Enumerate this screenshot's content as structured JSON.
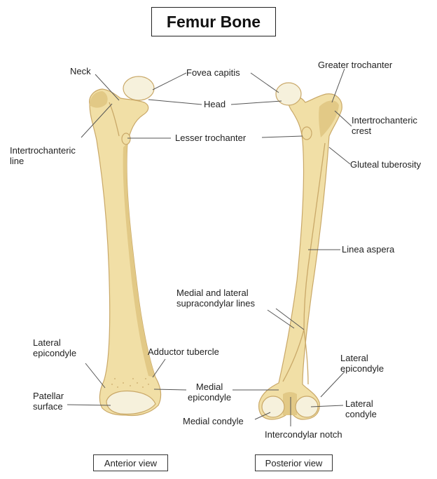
{
  "title": "Femur Bone",
  "colors": {
    "bone_fill": "#f1dfa6",
    "bone_edge": "#c9a868",
    "bone_shade": "#e2c986",
    "cartilage": "#f6f1dc",
    "leader": "#555555"
  },
  "labels": {
    "neck": "Neck",
    "fovea_capitis": "Fovea capitis",
    "head": "Head",
    "intertrochanteric_line_1": "Intertrochanteric",
    "intertrochanteric_line_2": "line",
    "lesser_trochanter": "Lesser trochanter",
    "greater_trochanter": "Greater trochanter",
    "intertrochanteric_crest_1": "Intertrochanteric",
    "intertrochanteric_crest_2": "crest",
    "gluteal_tuberosity": "Gluteal tuberosity",
    "linea_aspera": "Linea aspera",
    "supracondylar_lines_1": "Medial and lateral",
    "supracondylar_lines_2": "supracondylar lines",
    "lateral_epicondyle_left_1": "Lateral",
    "lateral_epicondyle_left_2": "epicondyle",
    "adductor_tubercle": "Adductor tubercle",
    "patellar_surface_1": "Patellar",
    "patellar_surface_2": "surface",
    "medial_epicondyle_1": "Medial",
    "medial_epicondyle_2": "epicondyle",
    "medial_condyle": "Medial condyle",
    "lateral_epicondyle_right_1": "Lateral",
    "lateral_epicondyle_right_2": "epicondyle",
    "lateral_condyle_1": "Lateral",
    "lateral_condyle_2": "condyle",
    "intercondylar_notch": "Intercondylar notch"
  },
  "views": {
    "anterior": "Anterior view",
    "posterior": "Posterior view"
  }
}
